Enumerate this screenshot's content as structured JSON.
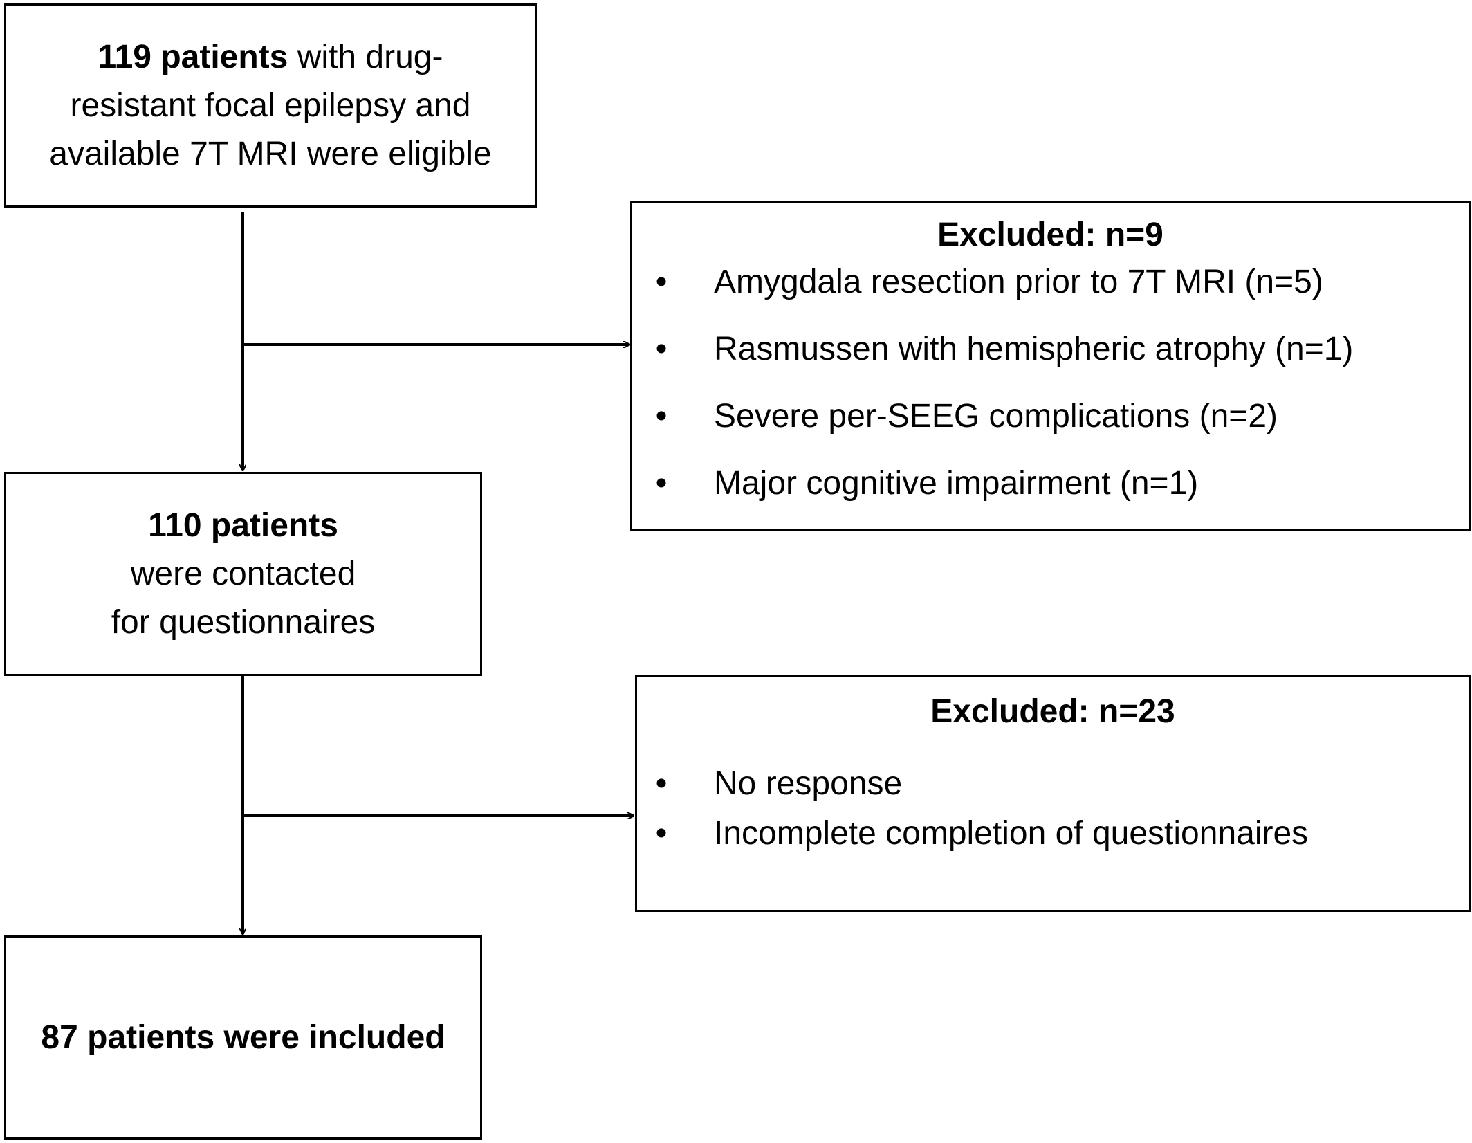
{
  "boxes": {
    "eligible": {
      "bold": "119 patients",
      "line1_rest": " with drug-",
      "line2": "resistant focal epilepsy and",
      "line3": "available 7T MRI were eligible"
    },
    "contacted": {
      "bold": "110 patients",
      "line2": "were contacted",
      "line3": "for questionnaires"
    },
    "included": {
      "text": "87 patients were included"
    }
  },
  "exclusions": [
    {
      "title": "Excluded: n=9",
      "bullet": "•",
      "items": [
        "Amygdala resection prior to 7T MRI (n=5)",
        "Rasmussen with hemispheric atrophy (n=1)",
        "Severe per-SEEG complications (n=2)",
        "Major cognitive impairment (n=1)"
      ]
    },
    {
      "title": "Excluded: n=23",
      "bullet": "•",
      "items": [
        "No response",
        "Incomplete completion of questionnaires"
      ]
    }
  ]
}
